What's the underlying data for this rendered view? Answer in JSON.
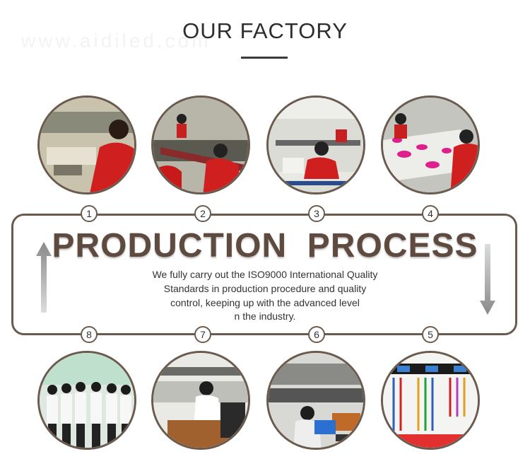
{
  "header": {
    "title": "OUR FACTORY",
    "watermark": "www.aidiled.com"
  },
  "process": {
    "title": "PRODUCTION  PROCESS",
    "lines": [
      "We fully carry out the ISO9000 International Quality",
      "Standards in production procedure and quality",
      "control, keeping up with the advanced level",
      "n the industry."
    ]
  },
  "steps": [
    "1",
    "2",
    "3",
    "4",
    "5",
    "6",
    "7",
    "8"
  ],
  "colors": {
    "frame": "#6b5a4e",
    "title": "#5e4a3e",
    "accent_red": "#d01f1f"
  }
}
